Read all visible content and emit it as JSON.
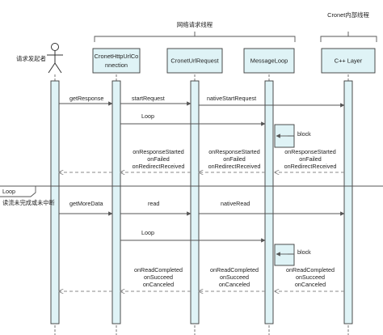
{
  "groups": {
    "network": "网络请求线程",
    "cronet": "Cronet内部线程"
  },
  "actor": {
    "label": "请求发起者"
  },
  "participants": [
    {
      "key": "conn",
      "line1": "CronetHttpUrlCo",
      "line2": "nnection"
    },
    {
      "key": "req",
      "line1": "CronetUrlRequest",
      "line2": ""
    },
    {
      "key": "loop",
      "line1": "MessageLoop",
      "line2": ""
    },
    {
      "key": "cpp",
      "line1": "C++ Layer",
      "line2": ""
    }
  ],
  "fragment": {
    "tag": "Loop",
    "condition": "读流未完成或未中断"
  },
  "messages": {
    "get_response": "getResponse",
    "start_request": "startRequest",
    "native_start_request": "nativeStartRequest",
    "loop_1": "Loop",
    "block_1": "block",
    "callbacks_1": [
      "onResponseStarted",
      "onFailed",
      "onRedirectReceived"
    ],
    "get_more_data": "getMoreData",
    "read": "read",
    "native_read": "nativeRead",
    "loop_2": "Loop",
    "block_2": "block",
    "callbacks_2": [
      "onReadCompleted",
      "onSucceed",
      "onCanceled"
    ]
  },
  "colors": {
    "box_fill": "#dff3f6",
    "box_stroke": "#3a3a3a",
    "line": "#555555",
    "dashed": "#8a8a8a"
  }
}
